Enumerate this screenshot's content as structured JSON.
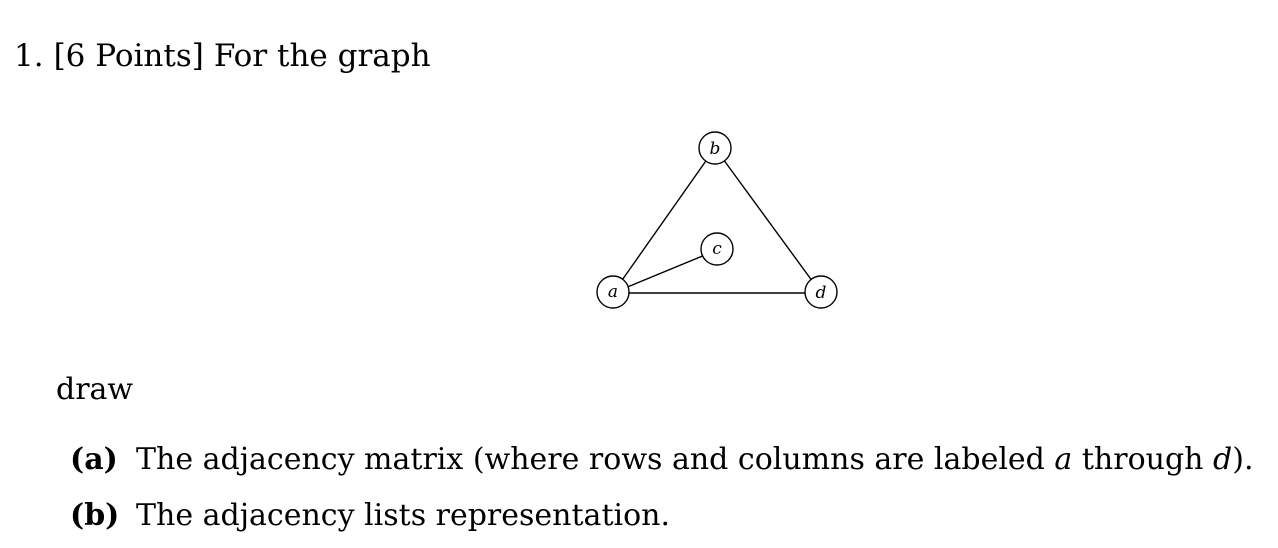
{
  "question": {
    "number": "1.",
    "points": "[6 Points]",
    "prompt": "For the graph"
  },
  "graph": {
    "nodes": [
      {
        "id": "a",
        "label": "a"
      },
      {
        "id": "b",
        "label": "b"
      },
      {
        "id": "c",
        "label": "c"
      },
      {
        "id": "d",
        "label": "d"
      }
    ],
    "edges": [
      {
        "from": "a",
        "to": "b"
      },
      {
        "from": "b",
        "to": "d"
      },
      {
        "from": "a",
        "to": "d"
      },
      {
        "from": "a",
        "to": "c"
      }
    ]
  },
  "instruction": "draw",
  "parts": [
    {
      "label": "(a)",
      "text_before": "The adjacency matrix (where rows and columns are labeled ",
      "var1": "a",
      "text_middle": " through ",
      "var2": "d",
      "text_after": ")."
    },
    {
      "label": "(b)",
      "text": "The adjacency lists representation."
    }
  ]
}
